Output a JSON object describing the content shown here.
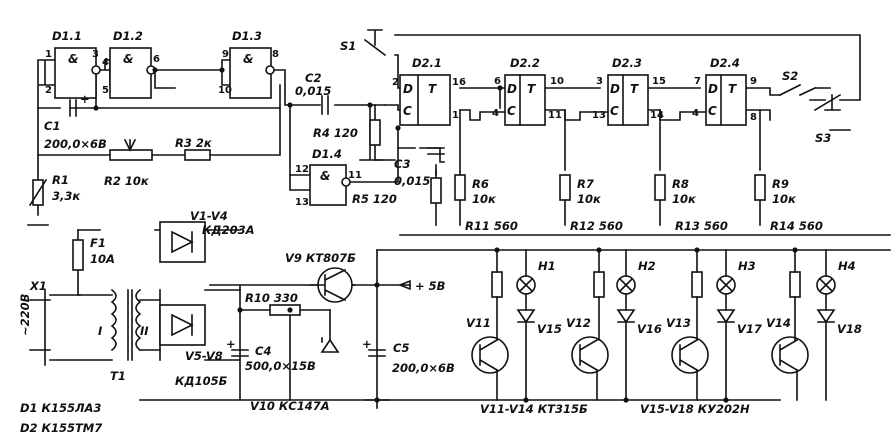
{
  "labels": {
    "d11": "D1.1",
    "d12": "D1.2",
    "d13": "D1.3",
    "d14": "D1.4",
    "d21": "D2.1",
    "d22": "D2.2",
    "d23": "D2.3",
    "d24": "D2.4",
    "c1": "C1",
    "c1v": "200,0×6B",
    "c2": "C2",
    "c2v": "0,015",
    "c3": "C3",
    "c3v": "0,015",
    "c4": "C4",
    "c4v": "500,0×15B",
    "c5": "C5",
    "c5v": "200,0×6B",
    "r1": "R1",
    "r1v": "3,3к",
    "r2": "R2 10к",
    "r3": "R3 2к",
    "r4": "R4 120",
    "r5": "R5 120",
    "r6": "R6",
    "r6v": "10к",
    "r7": "R7",
    "r7v": "10к",
    "r8": "R8",
    "r8v": "10к",
    "r9": "R9",
    "r9v": "10к",
    "r10": "R10 330",
    "r11": "R11 560",
    "r12": "R12 560",
    "r13": "R13 560",
    "r14": "R14 560",
    "s1": "S1",
    "s2": "S2",
    "s3": "S3",
    "v14": "V1-V4",
    "v14t": "КД203А",
    "v58": "V5-V8",
    "v58t": "КД105Б",
    "v9": "V9 КТ807Б",
    "v10": "V10 КС147А",
    "plus5": "+ 5B",
    "f1": "F1",
    "f1v": "10А",
    "x1": "X1",
    "mains": "~220B",
    "t1": "T1",
    "wI": "I",
    "wII": "II",
    "m1": "H1",
    "m2": "H2",
    "m3": "H3",
    "m4": "H4",
    "v11": "V11",
    "v12": "V12",
    "v13": "V13",
    "v14tr": "V14",
    "v15": "V15",
    "v16": "V16",
    "v17": "V17",
    "v18": "V18",
    "tr": "V11-V14  КТ315Б",
    "th": "V15-V18  КУ202Н",
    "d1": "D1  К155ЛА3",
    "d2": "D2  К155ТМ7"
  },
  "pins": {
    "d11_1": "1",
    "d11_2": "2",
    "d11_3": "3",
    "d12_4": "4",
    "d12_5": "5",
    "d12_6": "6",
    "d13_8": "8",
    "d13_9": "9",
    "d13_10": "10",
    "d14_11": "11",
    "d14_12": "12",
    "d14_13": "13",
    "d21_2": "2",
    "d21_16": "16",
    "d21_1": "1",
    "d22_6": "6",
    "d22_4": "4",
    "d22_10": "10",
    "d22_11": "11",
    "d23_3": "3",
    "d23_13": "13",
    "d23_15": "15",
    "d23_14": "14",
    "d24_7": "7",
    "d24_4": "4",
    "d24_9": "9",
    "d24_8": "8"
  },
  "gate": {
    "nand": "&",
    "ff": "T",
    "d": "D",
    "c": "C"
  }
}
